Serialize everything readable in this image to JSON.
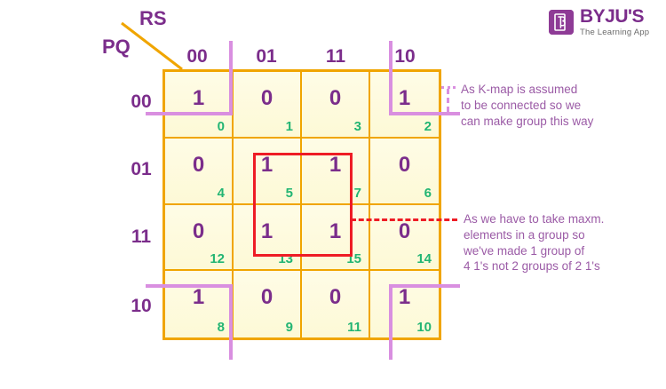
{
  "brand": {
    "name": "BYJU'S",
    "tagline": "The Learning App",
    "logo_icon": "byjus-b-logo-icon",
    "purple": "#7b2d8b"
  },
  "kmap": {
    "axis_row_label": "PQ",
    "axis_col_label": "RS",
    "col_headers": [
      "00",
      "01",
      "11",
      "10"
    ],
    "row_headers": [
      "00",
      "01",
      "11",
      "10"
    ],
    "grid_color": "#f0a500",
    "value_color": "#7b2d8b",
    "index_color": "#22b573",
    "cells": [
      [
        {
          "value": "1",
          "index": "0"
        },
        {
          "value": "0",
          "index": "1"
        },
        {
          "value": "0",
          "index": "3"
        },
        {
          "value": "1",
          "index": "2"
        }
      ],
      [
        {
          "value": "0",
          "index": "4"
        },
        {
          "value": "1",
          "index": "5"
        },
        {
          "value": "1",
          "index": "7"
        },
        {
          "value": "0",
          "index": "6"
        }
      ],
      [
        {
          "value": "0",
          "index": "12"
        },
        {
          "value": "1",
          "index": "13"
        },
        {
          "value": "1",
          "index": "15"
        },
        {
          "value": "0",
          "index": "14"
        }
      ],
      [
        {
          "value": "1",
          "index": "8"
        },
        {
          "value": "0",
          "index": "9"
        },
        {
          "value": "0",
          "index": "11"
        },
        {
          "value": "1",
          "index": "10"
        }
      ]
    ]
  },
  "groups": {
    "corner_group_color": "#d98fe0",
    "quad_group_color": "#ee1c25",
    "corner_group_cells": [
      "0",
      "2",
      "8",
      "10"
    ],
    "quad_group_cells": [
      "5",
      "7",
      "13",
      "15"
    ]
  },
  "annotations": {
    "corner_note": "As K-map is assumed\nto be connected so we\ncan make group this way",
    "corner_note_lines": [
      "As K-map is assumed",
      "to be connected so we",
      "can make group this way"
    ],
    "quad_note_lines": [
      "As we have to take maxm.",
      "elements in a group so",
      "we've made 1 group of",
      "4 1's not 2 groups of 2 1's"
    ]
  }
}
